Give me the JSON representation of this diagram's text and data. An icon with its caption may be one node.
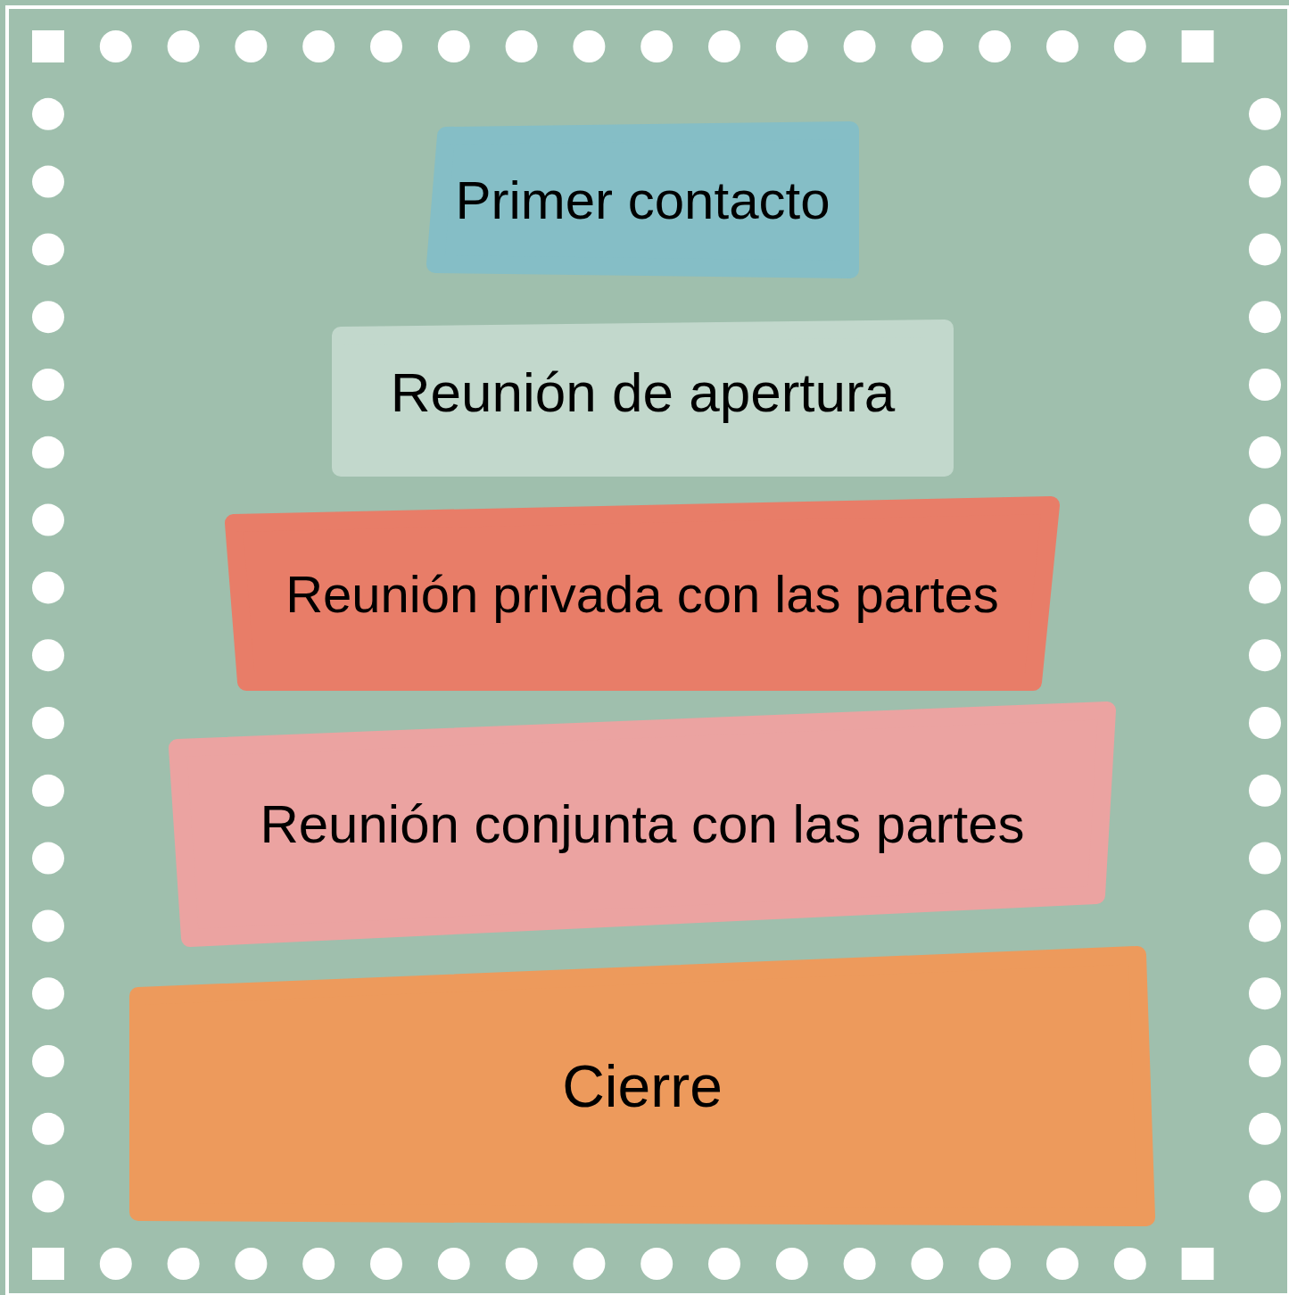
{
  "diagram": {
    "nodes": [
      {
        "text": [
          "Primer contacto"
        ]
      },
      {
        "text": [
          "Reunión de apertura"
        ]
      },
      {
        "text": [
          "Reunión privada con las partes"
        ]
      },
      {
        "text": [
          "Reunión conjunta con las partes"
        ]
      },
      {
        "text": [
          "Cierre"
        ]
      }
    ]
  }
}
